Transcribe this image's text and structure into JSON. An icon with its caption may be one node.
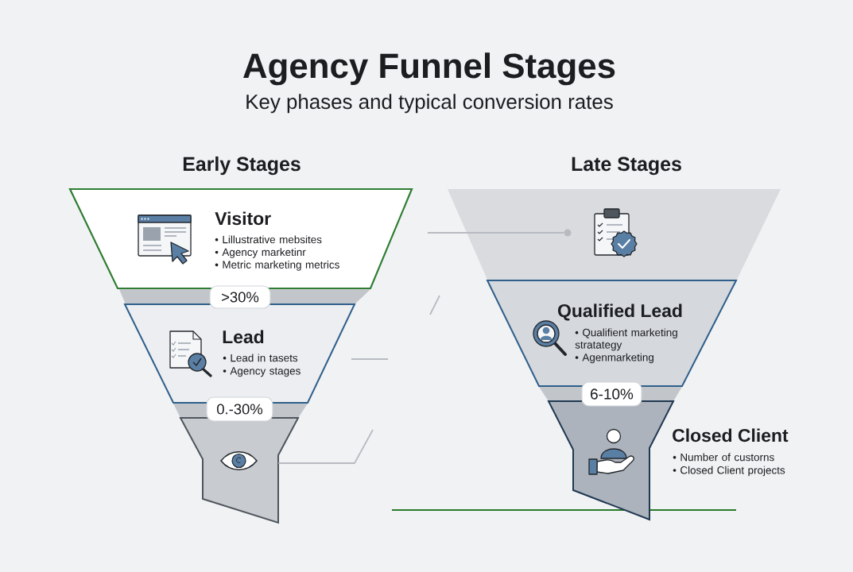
{
  "diagram": {
    "title": "Agency Funnel Stages",
    "nodes": [
      {
        "text": [
          "Visitor",
          "• Lillustrative mebsites",
          "• Agency marketinr",
          "• Metric marketing metrics"
        ]
      },
      {
        "text": [
          ">30%"
        ]
      },
      {
        "text": [
          "Lead",
          "• Lead in tasets",
          "• Agency stages"
        ]
      },
      {
        "text": [
          "0.-30%"
        ]
      },
      {
        "text": [],
        "shape": "funnel"
      },
      {
        "text": [],
        "shape": "trapezoid"
      },
      {
        "text": [],
        "shape": "circle",
        "in": 5
      },
      {
        "text": [
          "Qualified Lead",
          "• Qualifient marketing stratategy",
          "• Agenmarketing"
        ]
      },
      {
        "text": [
          "6-10%"
        ]
      },
      {
        "text": [
          "Closed Client",
          "• Number of custorns",
          "• Closed Client projects"
        ]
      }
    ],
    "edges": [
      {
        "from": null,
        "to": 6,
        "arrow": "none"
      },
      {
        "from": 4,
        "to": null,
        "arrow": "none"
      }
    ],
    "labels": [
      "Key phases and typical conversion rates",
      "Early Stages",
      "Late Stages"
    ]
  }
}
